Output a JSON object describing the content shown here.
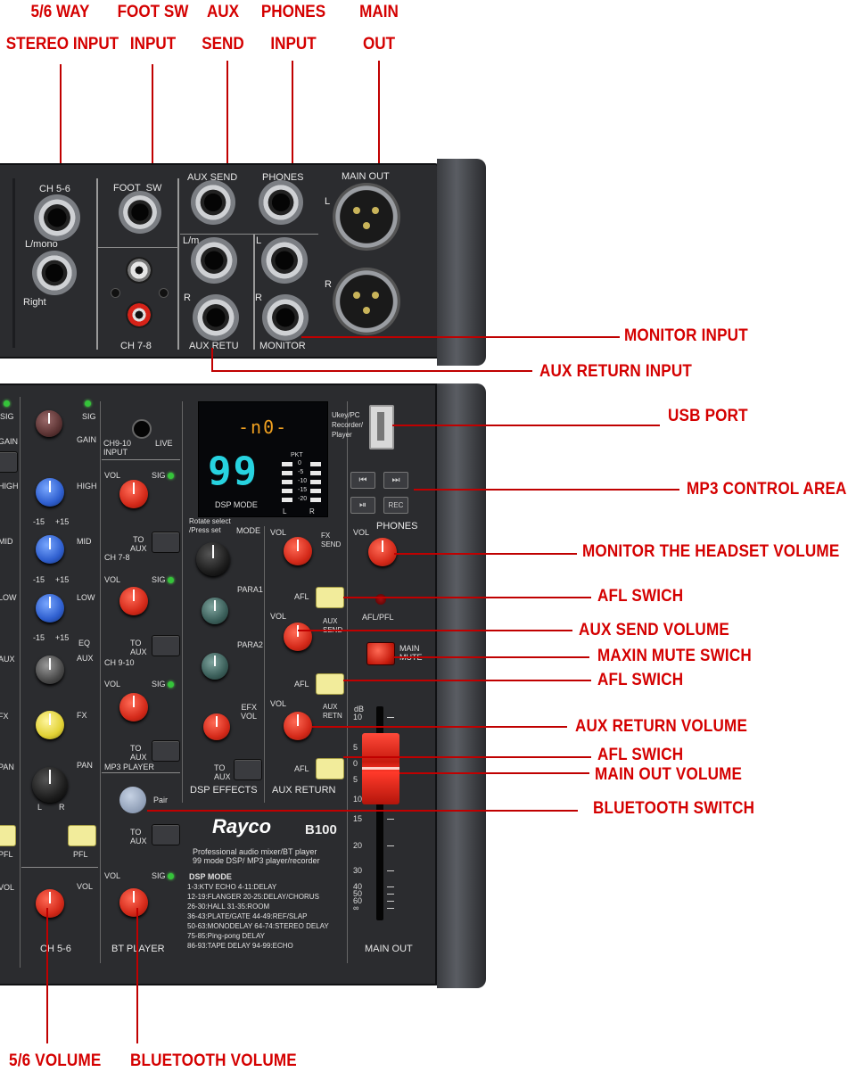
{
  "top_labels": [
    {
      "line1": "5/6 WAY",
      "line2": "STEREO INPUT"
    },
    {
      "line1": "FOOT SW",
      "line2": "INPUT"
    },
    {
      "line1": "AUX",
      "line2": "SEND"
    },
    {
      "line1": "PHONES",
      "line2": "INPUT"
    },
    {
      "line1": "MAIN",
      "line2": "OUT"
    }
  ],
  "right_labels": {
    "monitor_input": "MONITOR INPUT",
    "aux_return_input": "AUX RETURN INPUT",
    "usb_port": "USB PORT",
    "mp3_control_area": "MP3 CONTROL AREA",
    "monitor_headset": "MONITOR THE HEADSET VOLUME",
    "afl_swich_1": "AFL SWICH",
    "aux_send_volume": "AUX SEND VOLUME",
    "maxin_mute": "MAXIN MUTE SWICH",
    "afl_swich_2": "AFL SWICH",
    "aux_return_volume": "AUX RETURN VOLUME",
    "afl_swich_3": "AFL SWICH",
    "main_out_volume": "MAIN OUT VOLUME",
    "bluetooth_switch": "BLUETOOTH SWITCH"
  },
  "bottom_labels": {
    "vol56": "5/6 VOLUME",
    "bt_volume": "BLUETOOTH VOLUME"
  },
  "rear_panel": {
    "ch56": "CH 5-6",
    "lmono": "L/mono",
    "right": "Right",
    "foot_sw": "FOOT_SW",
    "ch78": "CH 7-8",
    "aux_send": "AUX SEND",
    "phones": "PHONES",
    "lm": "L/m",
    "l": "L",
    "r1": "R",
    "r2": "R",
    "aux_retu": "AUX RETU",
    "monitor": "MONITOR",
    "main_out": "MAIN OUT",
    "xl": "L",
    "xr": "R"
  },
  "front_panel": {
    "sig": "SIG",
    "gain": "GAIN",
    "high": "HIGH",
    "mid": "MID",
    "low": "LOW",
    "eq": "EQ",
    "aux": "AUX",
    "fx": "FX",
    "pan": "PAN",
    "pfl": "PFL",
    "vol": "VOL",
    "ch56": "CH 5-6",
    "l": "L",
    "r": "R",
    "plus15": "+15",
    "minus15": "-15",
    "live": "LIVE",
    "ch910_input": "CH9-10\nINPUT",
    "to_aux": "TO\nAUX",
    "ch78": "CH 7-8",
    "ch910": "CH 9-10",
    "mp3_player": "MP3 PLAYER",
    "pair": "Pair",
    "bt_player": "BT PLAYER",
    "display_top": "-n0-",
    "display_big": "99",
    "dsp_mode_lbl": "DSP MODE",
    "pkt": "PKT",
    "meter_levels": [
      "0",
      "-5",
      "-10",
      "-15",
      "-20"
    ],
    "meter_l": "L",
    "meter_r": "R",
    "usb_caption": "Ukey/PC\nRecorder/\nPlayer",
    "rotate": "Rotate select\n/Press set",
    "mode": "MODE",
    "para1": "PARA1",
    "para2": "PARA2",
    "efx_vol": "EFX\nVOL",
    "dsp_effects": "DSP EFFECTS",
    "fx_send": "FX\nSEND",
    "aux_send": "AUX\nSEND",
    "aux_retn": "AUX\nRETN",
    "afl": "AFL",
    "aux_return": "AUX RETURN",
    "phones": "PHONES",
    "afl_pfl": "AFL/PFL",
    "main_mute": "MAIN\nMUTE",
    "db": "dB",
    "fader_scale": [
      "10",
      "5",
      "0",
      "5",
      "10",
      "15",
      "20",
      "30",
      "40",
      "50",
      "60",
      "∞"
    ],
    "main_out": "MAIN OUT",
    "brand": "Rayco",
    "model": "B100",
    "desc1": "Professional audio mixer/BT player",
    "desc2": "99 mode DSP/ MP3 player/recorder",
    "dsp_title": "DSP MODE",
    "dsp_list": [
      "1-3:KTV ECHO  4-11:DELAY",
      "12-19:FLANGER  20-25:DELAY/CHORUS",
      "26-30:HALL  31-35:ROOM",
      "36-43:PLATE/GATE  44-49:REF/SLAP",
      "50-63:MONODELAY  64-74:STEREO DELAY",
      "75-85:Ping-pong DELAY",
      "86-93:TAPE DELAY  94-99:ECHO"
    ],
    "mp3_buttons": [
      "⏮",
      "⏭",
      "⏯",
      "REC"
    ]
  },
  "colors": {
    "callout": "#d40000",
    "panel": "#2b2c2f",
    "knob_red": "#d42a1a",
    "knob_blue": "#2f5fcf",
    "afl_button": "#f2ec9b",
    "display_digits": "#27d3e0",
    "display_top": "#f0a020"
  }
}
